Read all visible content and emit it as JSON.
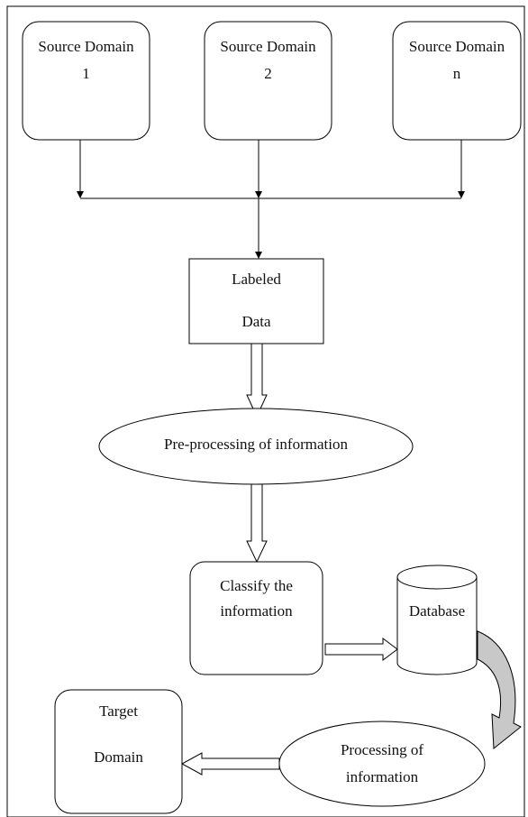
{
  "nodes": {
    "source_1": {
      "line1": "Source Domain",
      "line2": "1"
    },
    "source_2": {
      "line1": "Source Domain",
      "line2": "2"
    },
    "source_n": {
      "line1": "Source Domain",
      "line2": "n"
    },
    "labeled_data": {
      "line1": "Labeled",
      "line2": "Data"
    },
    "preprocessing": {
      "label": "Pre-processing of information"
    },
    "classify": {
      "line1": "Classify the",
      "line2": "information"
    },
    "database": {
      "label": "Database"
    },
    "processing": {
      "line1": "Processing of",
      "line2": "information"
    },
    "target": {
      "line1": "Target",
      "line2": "Domain"
    }
  },
  "colors": {
    "stroke": "#000000",
    "curved_arrow_fill": "#c8c8c8",
    "background": "#ffffff"
  }
}
